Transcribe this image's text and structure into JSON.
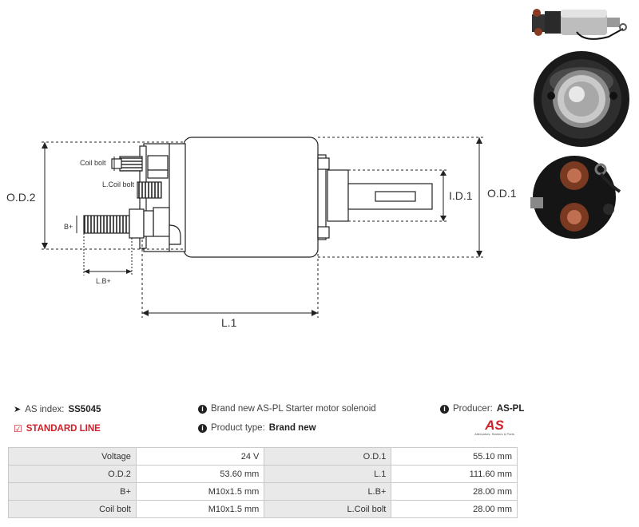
{
  "diagram": {
    "labels": {
      "od2": "O.D.2",
      "od1": "O.D.1",
      "id1": "I.D.1",
      "l1": "L.1",
      "coil_bolt": "Coil bolt",
      "l_coil_bolt": "L.Coil bolt",
      "b_plus": "B+",
      "l_b_plus": "L.B+"
    }
  },
  "info": {
    "as_index_label": "AS index:",
    "as_index_value": "SS5045",
    "standard_line": "STANDARD LINE",
    "description": "Brand new AS-PL Starter motor solenoid",
    "product_type_label": "Product type:",
    "product_type_value": "Brand new",
    "producer_label": "Producer:",
    "producer_value": "AS-PL",
    "logo_text": "AS",
    "logo_tagline": "Alternators, Starters & Parts"
  },
  "specs": [
    {
      "l1": "Voltage",
      "v1": "24 V",
      "l2": "O.D.1",
      "v2": "55.10 mm"
    },
    {
      "l1": "O.D.2",
      "v1": "53.60 mm",
      "l2": "L.1",
      "v2": "111.60 mm"
    },
    {
      "l1": "B+",
      "v1": "M10x1.5 mm",
      "l2": "L.B+",
      "v2": "28.00 mm"
    },
    {
      "l1": "Coil bolt",
      "v1": "M10x1.5 mm",
      "l2": "L.Coil bolt",
      "v2": "28.00 mm"
    }
  ],
  "colors": {
    "accent": "#d0202a",
    "label_bg": "#e9e9e9",
    "border": "#c9c9c9"
  }
}
